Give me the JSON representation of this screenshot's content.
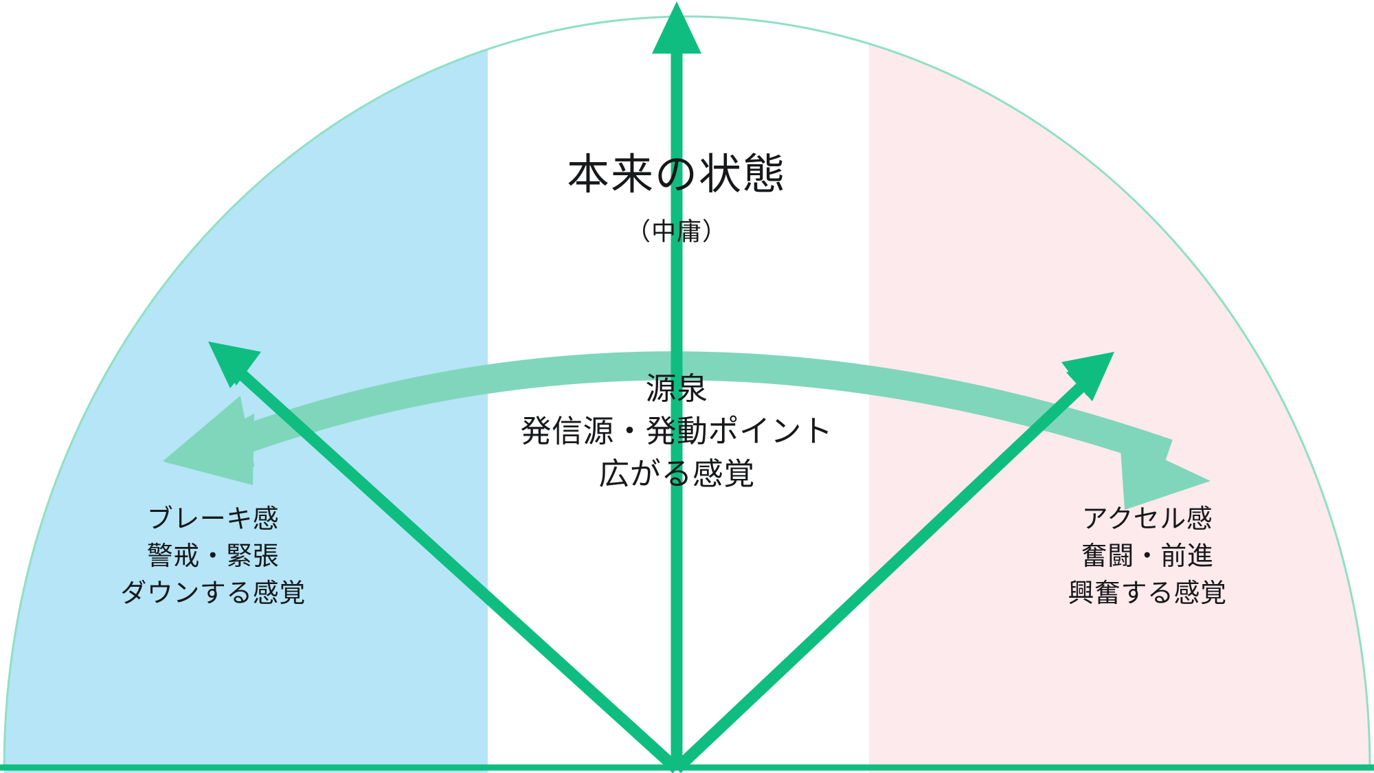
{
  "diagram": {
    "title": "本来の状態",
    "subtitle": "（中庸）",
    "center_label": "源泉\n発信源・発動ポイント\n広がる感覚",
    "left_label": "ブレーキ感\n警戒・緊張\nダウンする感覚",
    "right_label": "アクセル感\n奮闘・前進\n興奮する感覚",
    "colors": {
      "left_zone_fill": "#b5e5f7",
      "right_zone_fill": "#fdeaed",
      "arrow_green": "#0fbd81",
      "arc_green": "#80d6bb",
      "dome_outline": "#8fe0c3",
      "baseline": "#0fbd81",
      "text": "#17181a",
      "background": "#ffffff"
    },
    "elements": {
      "vertical_arrow": "upward-arrow-center",
      "left_diagonal_arrow": "upward-left-diagonal-arrow",
      "right_diagonal_arrow": "upward-right-diagonal-arrow",
      "curved_arrow": "double-headed-arc-arrow",
      "baseline": "horizontal-baseline",
      "dome": "dome-arc-outline",
      "origin_point": "source-origin"
    }
  }
}
